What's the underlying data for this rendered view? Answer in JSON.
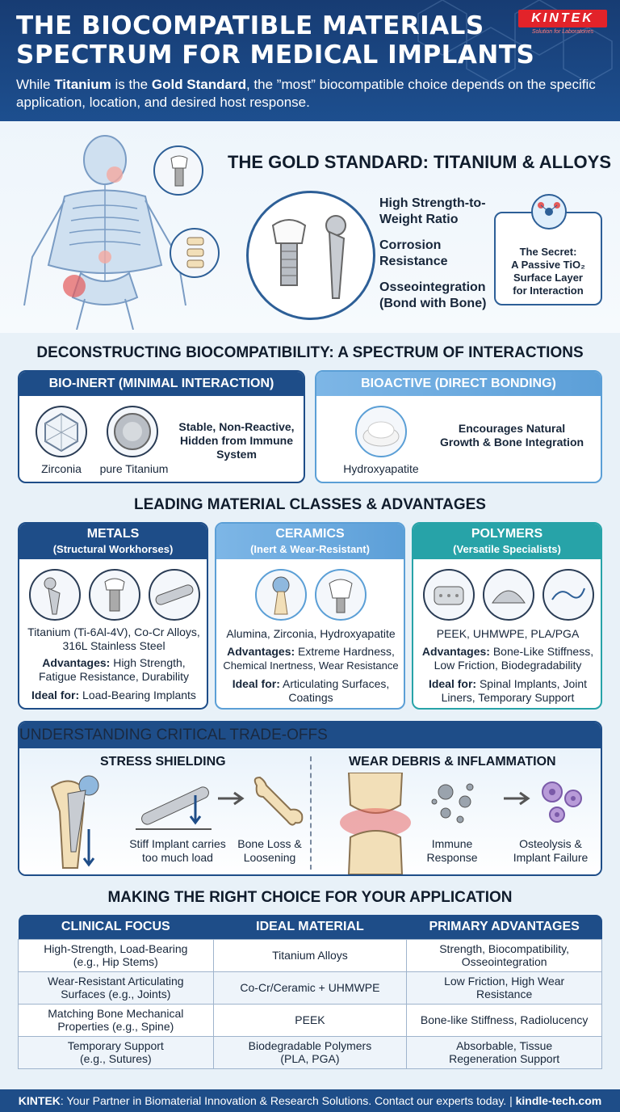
{
  "header": {
    "title_line1": "THE BIOCOMPATIBLE MATERIALS",
    "title_line2": "SPECTRUM FOR MEDICAL IMPLANTS",
    "sub_pre": "While ",
    "sub_b1": "Titanium",
    "sub_mid": " is the ",
    "sub_b2": "Gold Standard",
    "sub_post": ", the ”most” biocompatible choice depends on the specific application, location, and desired host response.",
    "logo_word": "KINTEK",
    "logo_tag": "Solution for Laboratories"
  },
  "gold": {
    "title": "THE GOLD STANDARD: TITANIUM & ALLOYS",
    "props": [
      "High Strength-to-Weight Ratio",
      "Corrosion Resistance",
      "Osseointegration (Bond with Bone)"
    ],
    "secret_l1": "The Secret:",
    "secret_l2": "A Passive TiO₂",
    "secret_l3": "Surface Layer",
    "secret_l4": "for Interaction"
  },
  "spectrum": {
    "title": "DECONSTRUCTING BIOCOMPATIBILITY: A SPECTRUM OF INTERACTIONS",
    "inert": {
      "header": "BIO-INERT (MINIMAL INTERACTION)",
      "m1": "Zirconia",
      "m2": "pure Titanium",
      "desc_l1": "Stable, Non-Reactive,",
      "desc_l2": "Hidden from Immune",
      "desc_l3": "System"
    },
    "active": {
      "header": "BIOACTIVE (DIRECT BONDING)",
      "m1": "Hydroxyapatite",
      "desc_l1": "Encourages Natural",
      "desc_l2": "Growth & Bone Integration"
    }
  },
  "classes": {
    "title": "LEADING MATERIAL CLASSES & ADVANTAGES",
    "metals": {
      "h1": "METALS",
      "h2": "(Structural Workhorses)",
      "list_l1": "Titanium (Ti-6Al-4V), Co-Cr Alloys,",
      "list_l2": "316L Stainless Steel",
      "adv_label": "Advantages:",
      "adv_l1": " High Strength,",
      "adv_l2": "Fatigue Resistance, Durability",
      "ideal_label": "Ideal for:",
      "ideal_l1": " Load-Bearing Implants"
    },
    "ceramics": {
      "h1": "CERAMICS",
      "h2": "(Inert & Wear-Resistant)",
      "list_l1": "Alumina, Zirconia, Hydroxyapatite",
      "adv_label": "Advantages:",
      "adv_l1": " Extreme Hardness,",
      "adv_l2": "Chemical Inertness, Wear Resistance",
      "ideal_label": "Ideal for:",
      "ideal_l1": " Articulating Surfaces,",
      "ideal_l2": "Coatings"
    },
    "polymers": {
      "h1": "POLYMERS",
      "h2": "(Versatile Specialists)",
      "list_l1": "PEEK, UHMWPE, PLA/PGA",
      "adv_label": "Advantages:",
      "adv_l1": " Bone-Like Stiffness,",
      "adv_l2": "Low Friction, Biodegradability",
      "ideal_label": "Ideal for:",
      "ideal_l1": " Spinal Implants, Joint",
      "ideal_l2": "Liners, Temporary Support"
    }
  },
  "tradeoffs": {
    "title": "UNDERSTANDING CRITICAL TRADE-OFFS",
    "stress": {
      "title": "STRESS SHIELDING",
      "c1_l1": "Stiff Implant carries",
      "c1_l2": "too much load",
      "c2_l1": "Bone Loss &",
      "c2_l2": "Loosening"
    },
    "wear": {
      "title": "WEAR DEBRIS & INFLAMMATION",
      "c1_l1": "Immune",
      "c1_l2": "Response",
      "c2_l1": "Osteolysis &",
      "c2_l2": "Implant Failure"
    }
  },
  "choice": {
    "title": "MAKING THE RIGHT CHOICE FOR YOUR APPLICATION",
    "headers": [
      "CLINICAL FOCUS",
      "IDEAL MATERIAL",
      "PRIMARY ADVANTAGES"
    ],
    "rows": [
      [
        [
          "High-Strength, Load-Bearing",
          "(e.g., Hip Stems)"
        ],
        [
          "Titanium Alloys"
        ],
        [
          "Strength, Biocompatibility,",
          "Osseointegration"
        ]
      ],
      [
        [
          "Wear-Resistant Articulating",
          "Surfaces (e.g., Joints)"
        ],
        [
          "Co-Cr/Ceramic + UHMWPE"
        ],
        [
          "Low Friction, High Wear",
          "Resistance"
        ]
      ],
      [
        [
          "Matching Bone Mechanical",
          "Properties (e.g., Spine)"
        ],
        [
          "PEEK"
        ],
        [
          "Bone-like Stiffness, Radiolucency"
        ]
      ],
      [
        [
          "Temporary Support",
          "(e.g., Sutures)"
        ],
        [
          "Biodegradable Polymers",
          "(PLA, PGA)"
        ],
        [
          "Absorbable, Tissue",
          "Regeneration Support"
        ]
      ]
    ]
  },
  "footer": {
    "brand": "KINTEK",
    "text": ": Your Partner in Biomaterial Innovation & Research Solutions. Contact our experts today. | ",
    "site": "kindle-tech.com"
  },
  "colors": {
    "primary": "#1e4d88",
    "light": "#5b9fd6",
    "teal": "#27a3a8",
    "brand_red": "#e2232a"
  }
}
